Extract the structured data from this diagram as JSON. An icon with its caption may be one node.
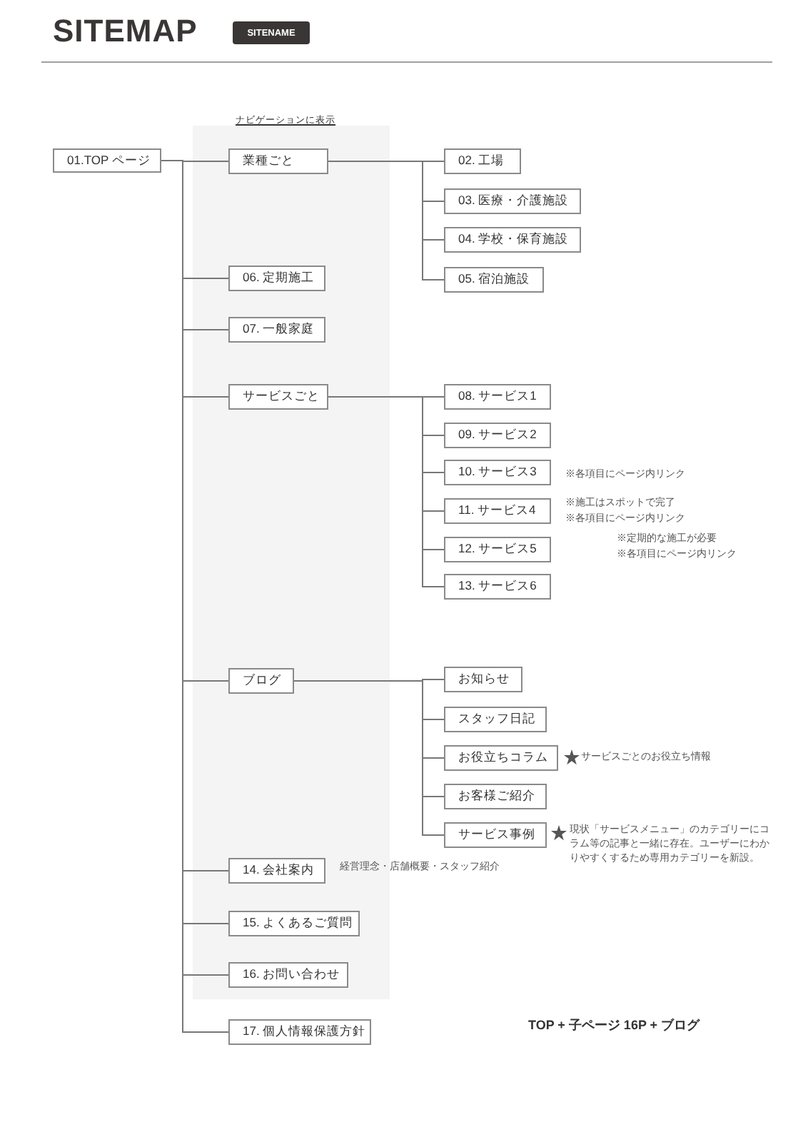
{
  "diagram": {
    "title": "SITEMAP",
    "nodes": [
      {
        "text": [
          "ナビゲーションに表示"
        ]
      },
      {
        "text": [
          "01.TOP ページ"
        ]
      },
      {
        "text": [
          "業種ごと"
        ],
        "in": 0
      },
      {
        "text": [
          "02. 工場"
        ]
      },
      {
        "text": [
          "03. 医療・介護施設"
        ]
      },
      {
        "text": [
          "04. 学校・保育施設"
        ]
      },
      {
        "text": [
          "05. 宿泊施設"
        ]
      },
      {
        "text": [
          "06. 定期施工"
        ],
        "in": 0
      },
      {
        "text": [
          "07. 一般家庭"
        ],
        "in": 0
      },
      {
        "text": [
          "サービスごと"
        ],
        "in": 0
      },
      {
        "text": [
          "08. サービス1"
        ]
      },
      {
        "text": [
          "09. サービス2"
        ]
      },
      {
        "text": [
          "10. サービス3"
        ],
        "beside": [
          "※各項目にページ内リンク"
        ]
      },
      {
        "text": [
          "11. サービス4"
        ],
        "beside": [
          "※施工はスポットで完了",
          "※各項目にページ内リンク"
        ]
      },
      {
        "text": [
          "12. サービス5"
        ],
        "beside": [
          "※定期的な施工が必要",
          "※各項目にページ内リンク"
        ]
      },
      {
        "text": [
          "13. サービス6"
        ]
      },
      {
        "text": [
          "ブログ"
        ],
        "in": 0
      },
      {
        "text": [
          "お知らせ"
        ]
      },
      {
        "text": [
          "スタッフ日記"
        ]
      },
      {
        "text": [
          "お役立ちコラム"
        ],
        "beside": [
          "サービスごとのお役立ち情報"
        ]
      },
      {
        "text": [
          "お客様ご紹介"
        ]
      },
      {
        "text": [
          "サービス事例"
        ],
        "beside": [
          "現状「サービスメニュー」のカテゴリーにコラム等の記事と一緒に存在。ユーザーにわかりやすくするため専用カテゴリーを新設。"
        ]
      },
      {
        "text": [
          "14. 会社案内"
        ],
        "beside": [
          "経営理念・店舗概要・スタッフ紹介"
        ],
        "in": 0
      },
      {
        "text": [
          "15. よくあるご質問"
        ],
        "in": 0
      },
      {
        "text": [
          "16. お問い合わせ"
        ],
        "in": 0
      },
      {
        "text": [
          "17. 個人情報保護方針"
        ]
      }
    ],
    "edges": [
      {
        "from": 1,
        "to": 2,
        "arrow": "none"
      },
      {
        "from": 1,
        "to": 7,
        "arrow": "none"
      },
      {
        "from": 1,
        "to": 8,
        "arrow": "none"
      },
      {
        "from": 1,
        "to": 9,
        "arrow": "none"
      },
      {
        "from": 1,
        "to": 16,
        "arrow": "none"
      },
      {
        "from": 1,
        "to": 22,
        "arrow": "none"
      },
      {
        "from": 1,
        "to": 23,
        "arrow": "none"
      },
      {
        "from": 1,
        "to": 24,
        "arrow": "none"
      },
      {
        "from": 1,
        "to": 25,
        "arrow": "none"
      },
      {
        "from": 2,
        "to": 3,
        "arrow": "none"
      },
      {
        "from": 2,
        "to": 4,
        "arrow": "none"
      },
      {
        "from": 2,
        "to": 5,
        "arrow": "none"
      },
      {
        "from": 2,
        "to": 6,
        "arrow": "none"
      },
      {
        "from": 9,
        "to": 10,
        "arrow": "none"
      },
      {
        "from": 9,
        "to": 11,
        "arrow": "none"
      },
      {
        "from": 9,
        "to": 12,
        "arrow": "none"
      },
      {
        "from": 9,
        "to": 13,
        "arrow": "none"
      },
      {
        "from": 9,
        "to": 14,
        "arrow": "none"
      },
      {
        "from": 9,
        "to": 15,
        "arrow": "none"
      },
      {
        "from": 16,
        "to": 17,
        "arrow": "none"
      },
      {
        "from": 16,
        "to": 18,
        "arrow": "none"
      },
      {
        "from": 16,
        "to": 19,
        "arrow": "none"
      },
      {
        "from": 16,
        "to": 20,
        "arrow": "none"
      },
      {
        "from": 16,
        "to": 21,
        "arrow": "none"
      }
    ],
    "labels": [
      "SITENAME",
      "TOP + 子ページ 16P + ブログ"
    ]
  }
}
